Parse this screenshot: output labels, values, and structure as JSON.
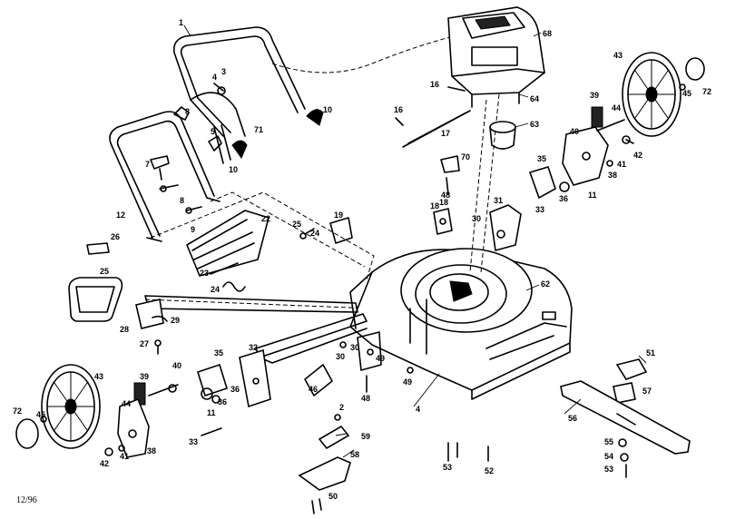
{
  "footer": {
    "date_code": "12/96"
  },
  "callouts": [
    "1",
    "3",
    "4",
    "8",
    "10",
    "10",
    "71",
    "5",
    "7",
    "8",
    "12",
    "9",
    "22",
    "19",
    "25",
    "24",
    "26",
    "25",
    "23",
    "24",
    "28",
    "29",
    "27",
    "35",
    "32",
    "40",
    "39",
    "43",
    "44",
    "45",
    "72",
    "42",
    "41",
    "38",
    "11",
    "36",
    "33",
    "36",
    "16",
    "17",
    "16",
    "18",
    "48",
    "70",
    "18",
    "30",
    "31",
    "33",
    "35",
    "36",
    "11",
    "43",
    "45",
    "72",
    "39",
    "44",
    "42",
    "41",
    "38",
    "40",
    "68",
    "64",
    "63",
    "62",
    "30",
    "30",
    "49",
    "48",
    "49",
    "46",
    "4",
    "2",
    "59",
    "58",
    "50",
    "52",
    "53",
    "51",
    "57",
    "56",
    "55",
    "54",
    "53"
  ]
}
